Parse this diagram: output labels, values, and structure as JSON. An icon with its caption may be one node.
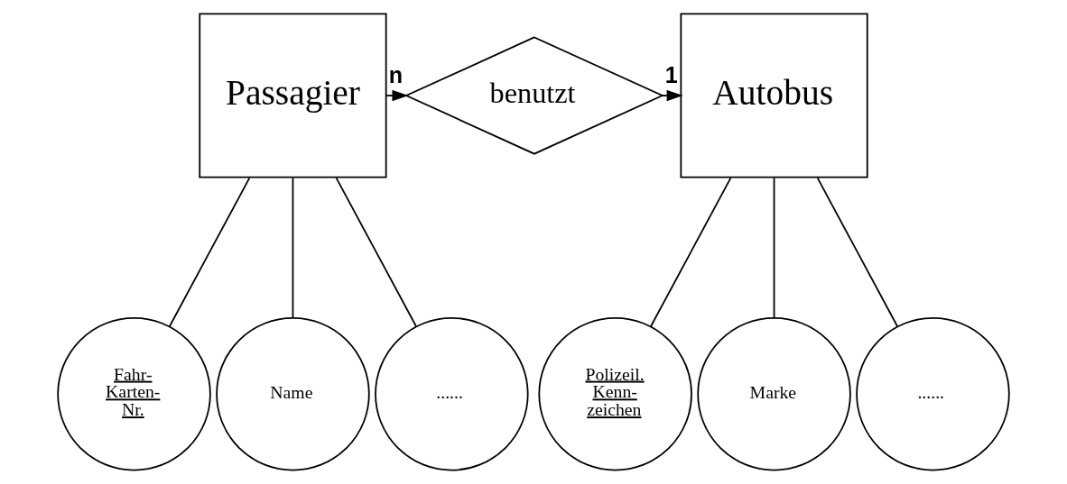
{
  "diagram": {
    "nodes": [
      {
        "text": [
          "Passagier"
        ]
      },
      {
        "text": [
          "benutzt"
        ]
      },
      {
        "text": [
          "Autobus"
        ]
      },
      {
        "text": [
          "Fahr- Karten- Nr."
        ]
      },
      {
        "text": [
          "Name"
        ]
      },
      {
        "text": [
          "......"
        ]
      },
      {
        "text": [
          "Polizeil. Kenn- zeichen"
        ]
      },
      {
        "text": [
          "Marke"
        ]
      },
      {
        "text": [
          "......"
        ]
      }
    ],
    "edges": [
      {
        "from": 0,
        "to": 1,
        "arrow": "to",
        "label": "n"
      },
      {
        "from": 1,
        "to": 2,
        "arrow": "to",
        "label": "1"
      },
      {
        "from": 0,
        "to": 3,
        "arrow": "none"
      },
      {
        "from": 0,
        "to": 4,
        "arrow": "none"
      },
      {
        "from": 0,
        "to": 5,
        "arrow": "none"
      },
      {
        "from": 2,
        "to": 6,
        "arrow": "none"
      },
      {
        "from": 2,
        "to": 7,
        "arrow": "none"
      },
      {
        "from": 2,
        "to": 8,
        "arrow": "none"
      }
    ]
  }
}
